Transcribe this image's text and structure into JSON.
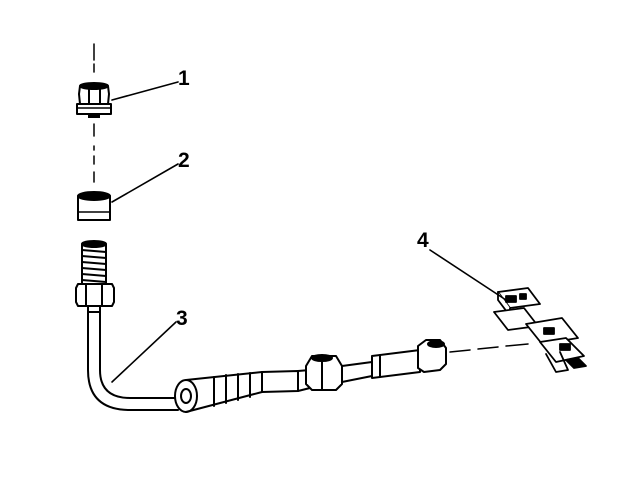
{
  "callouts": [
    {
      "label": "1",
      "part": "hex-nut"
    },
    {
      "label": "2",
      "part": "ferrule"
    },
    {
      "label": "3",
      "part": "sensor-cable"
    },
    {
      "label": "4",
      "part": "connector-bracket"
    }
  ],
  "colors": {
    "ink": "#000000",
    "paper": "#ffffff"
  }
}
